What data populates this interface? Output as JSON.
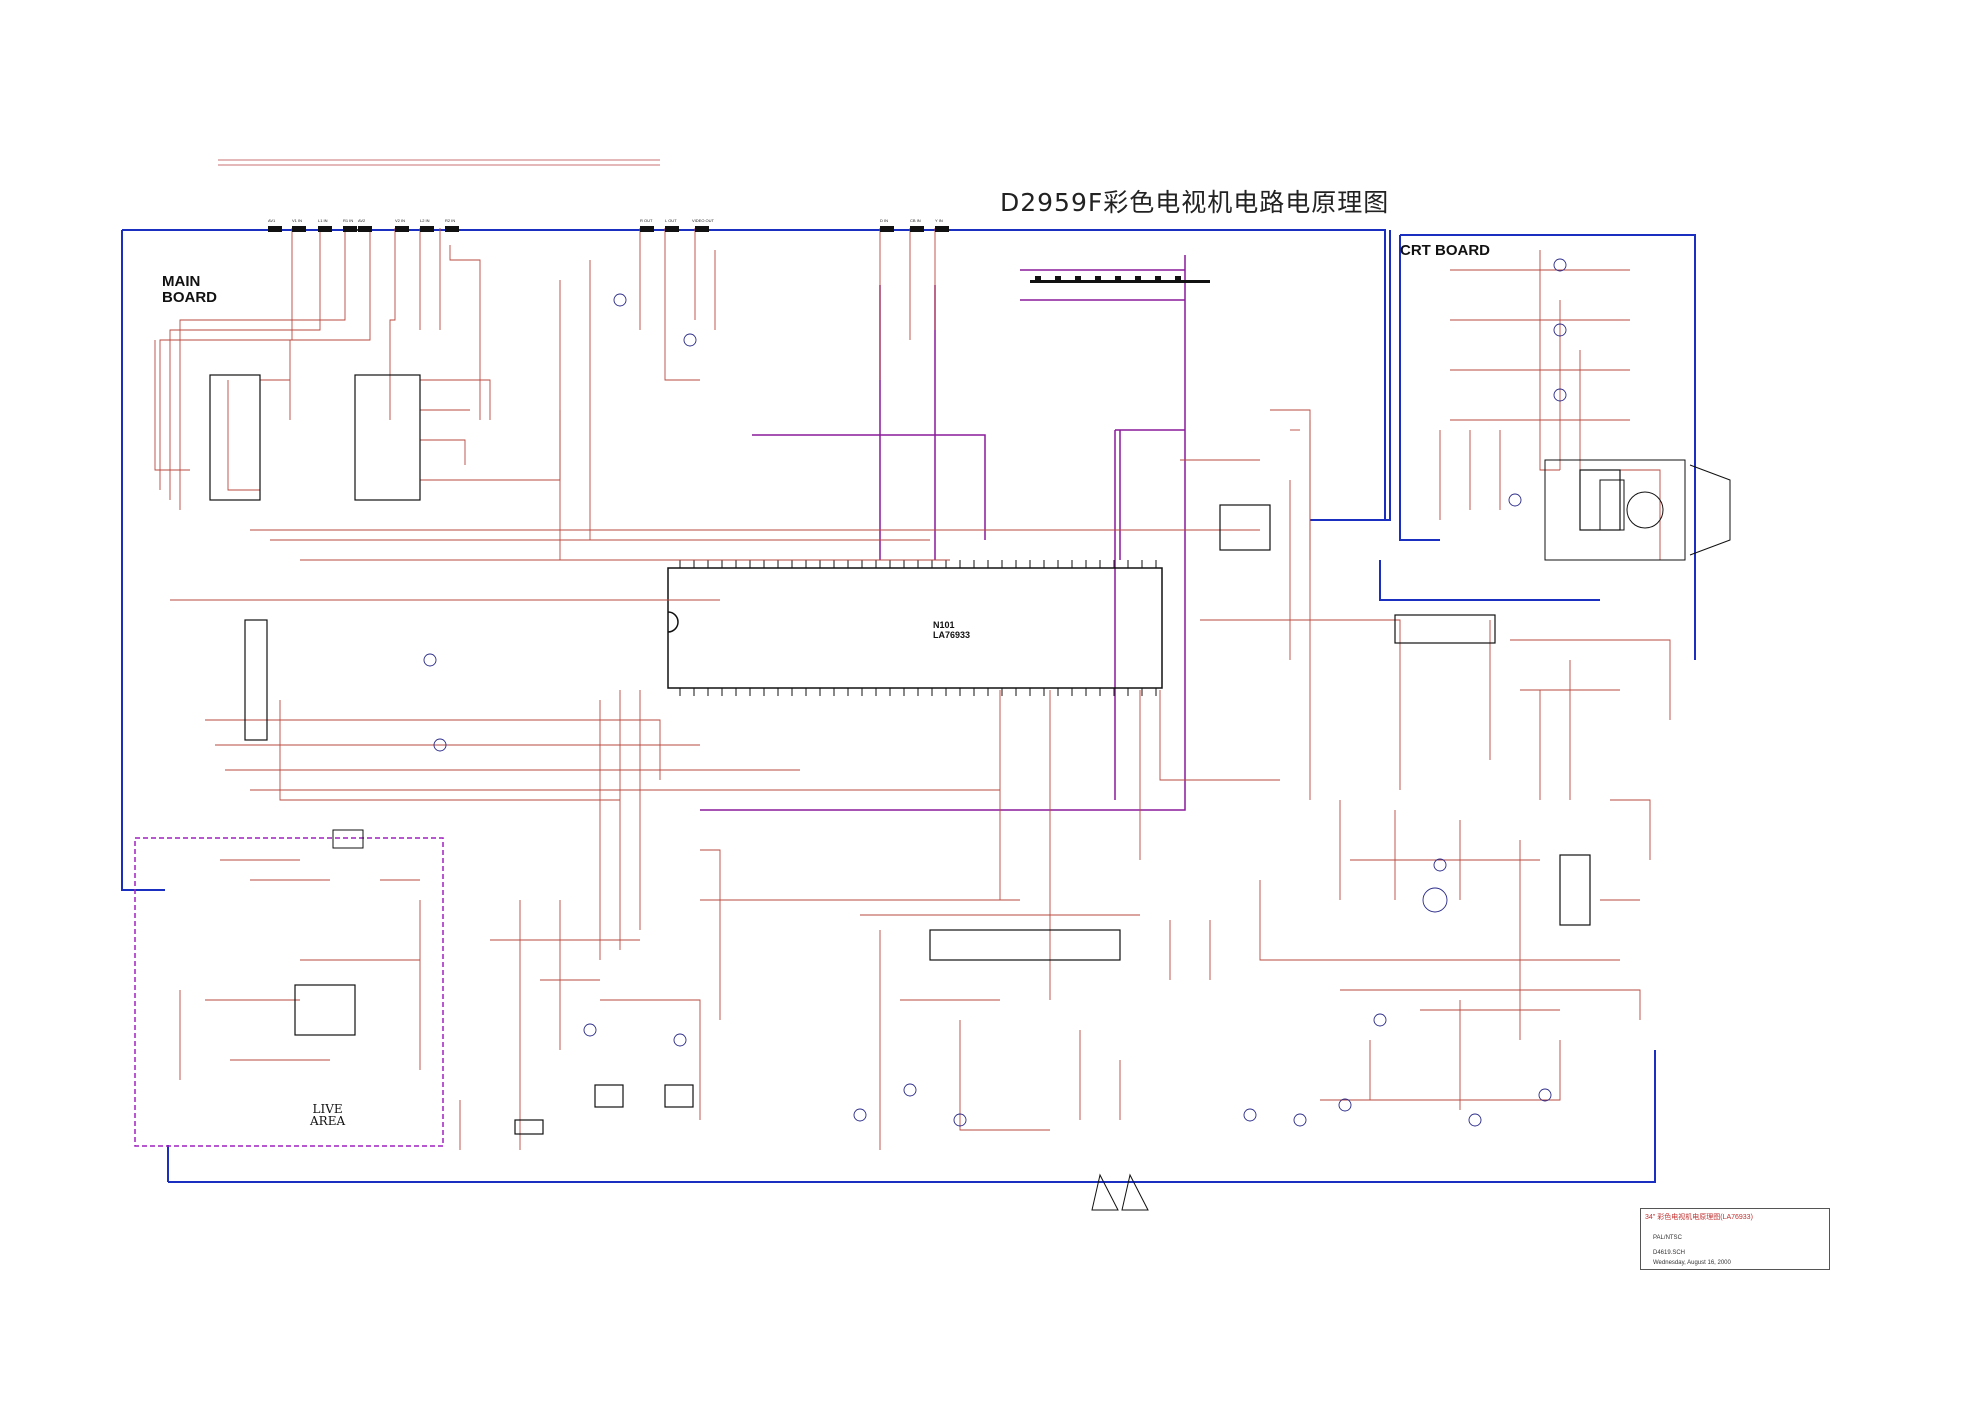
{
  "title": "D2959F彩色电视机电路电原理图",
  "boards": {
    "main_line1": "MAIN",
    "main_line2": "BOARD",
    "crt": "CRT BOARD",
    "live_line1": "LIVE",
    "live_line2": "AREA"
  },
  "chips": {
    "n101_name": "N101",
    "n101_part": "LA76933"
  },
  "connectors_top": [
    "AV1",
    "V1 IN",
    "L1 IN",
    "R1 IN",
    "AV2",
    "V2 IN",
    "L2 IN",
    "R2 IN",
    "R OUT",
    "L OUT",
    "VIDEO OUT",
    "D IN",
    "CB IN",
    "Y IN"
  ],
  "title_block": {
    "line1": "34\" 彩色电视机电原理图(LA76933)",
    "line2": "PAL/NTSC",
    "line3": "D4619.SCH",
    "line4": "Wednesday, August 16, 2000"
  },
  "colors": {
    "board_outline": "#1a2fbf",
    "signal_bus": "#8a1a9a",
    "wires": "#b8483e",
    "live_area": "#a020c0",
    "components": "#2a2a8a"
  }
}
